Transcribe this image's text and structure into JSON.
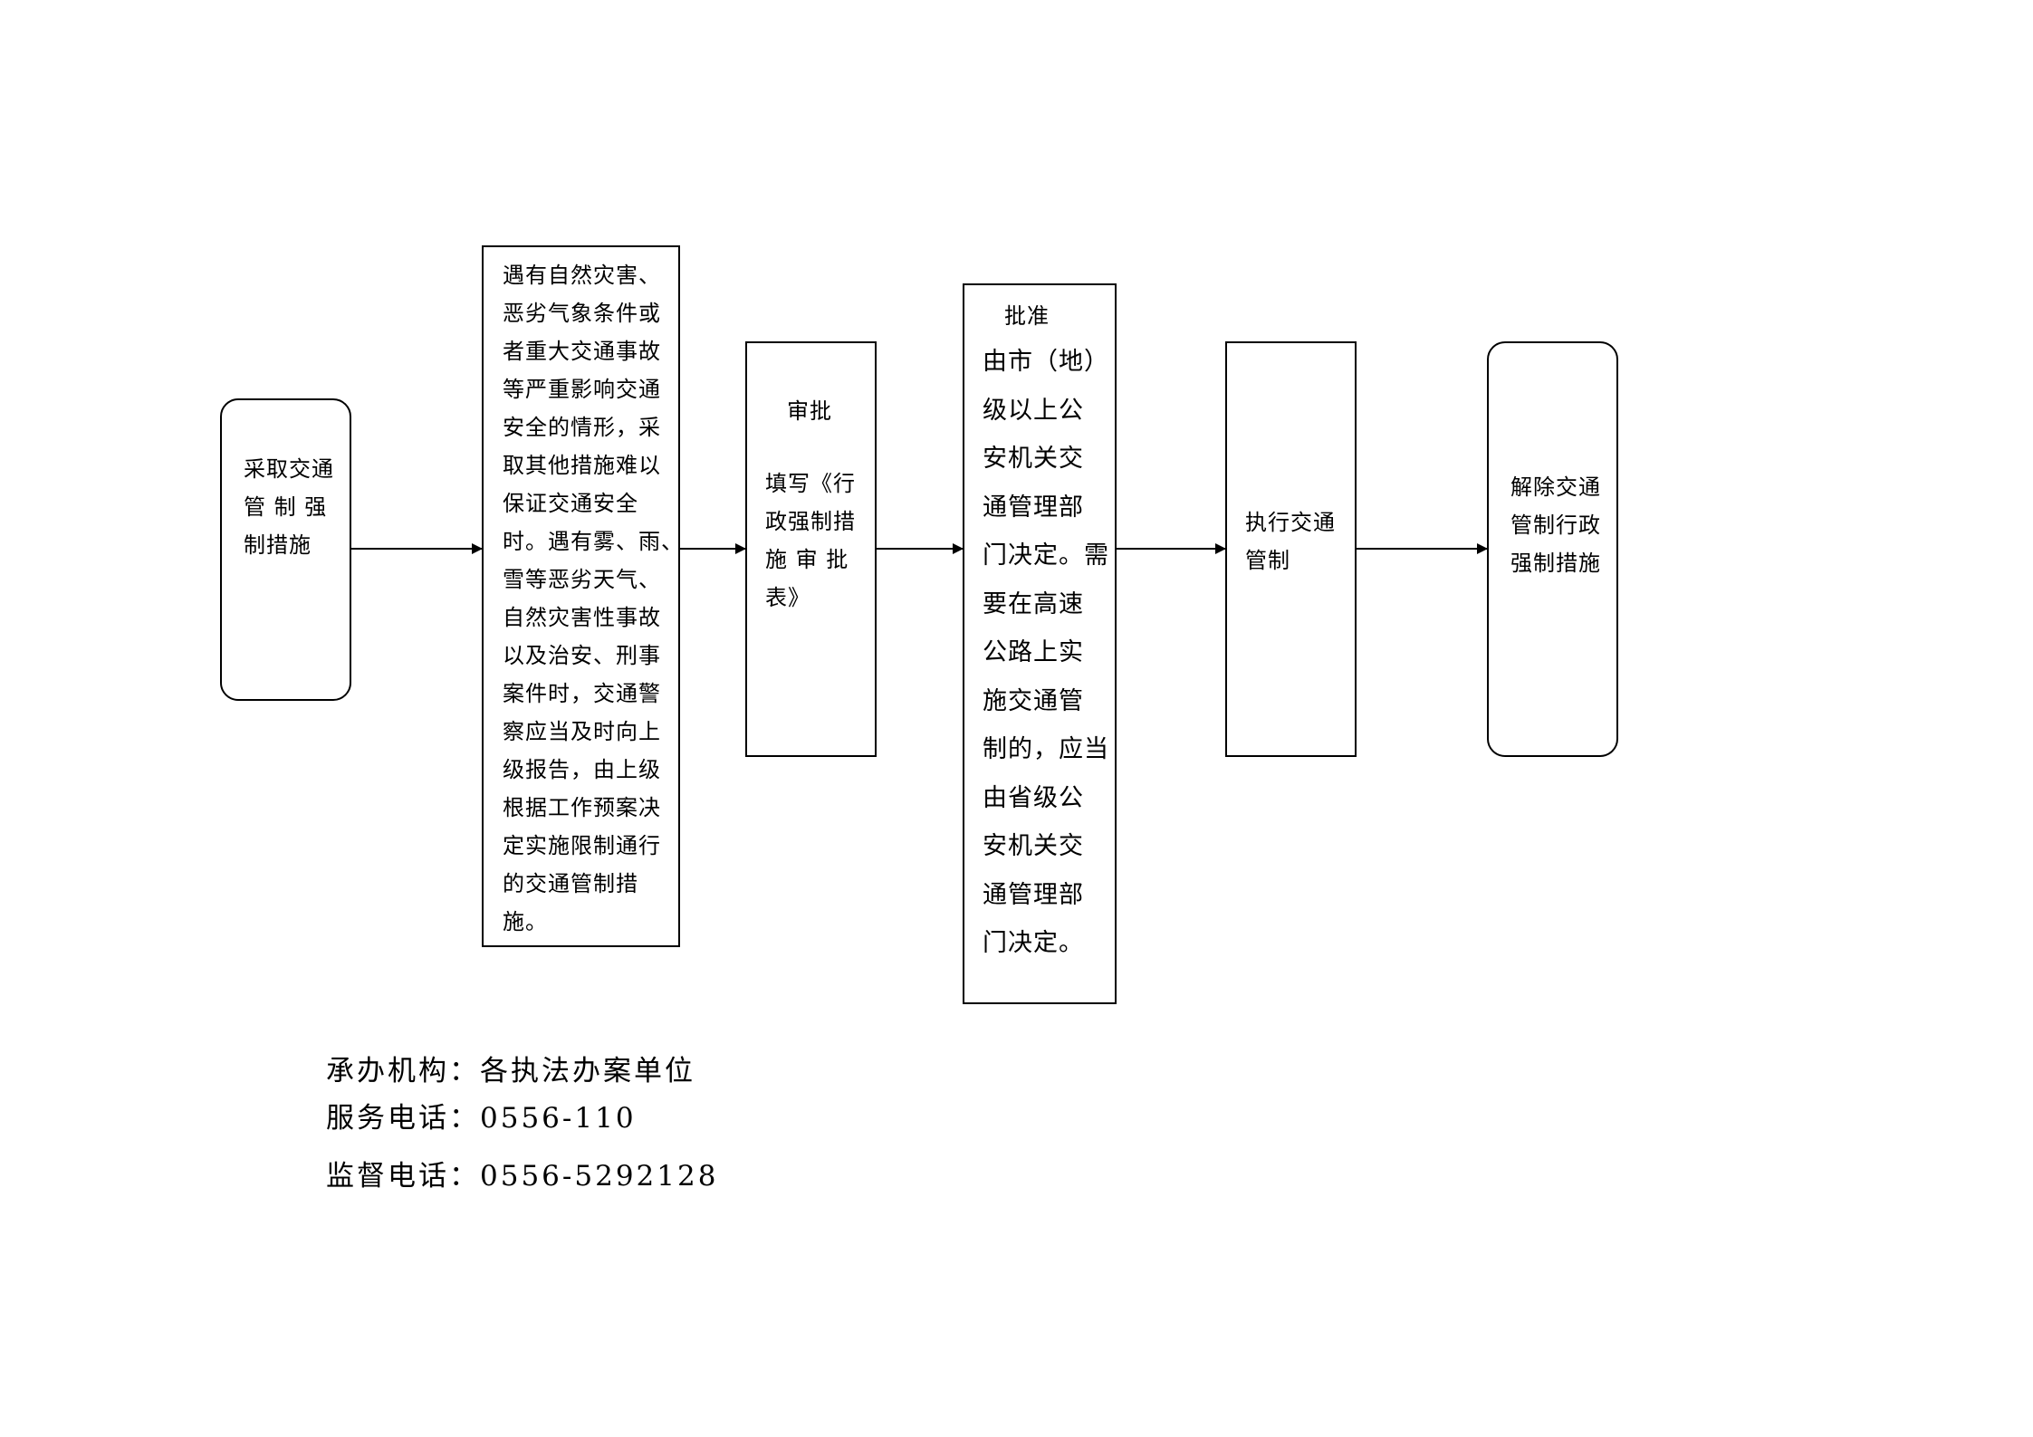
{
  "nodes": {
    "start": "采取交通\n管 制 强\n制措施",
    "condition": "遇有自然灾害、\n恶劣气象条件或\n者重大交通事故\n等严重影响交通\n安全的情形，采\n取其他措施难以\n保证交通安全\n时。遇有雾、雨、\n雪等恶劣天气、\n自然灾害性事故\n以及治安、刑事\n案件时，交通警\n察应当及时向上\n级报告，由上级\n根据工作预案决\n定实施限制通行\n的交通管制措\n施。",
    "review_title": "审批",
    "review_body": "填写《行\n政强制措\n施 审 批\n表》",
    "approve_title": "批准",
    "approve_body": "由市（地）\n级以上公\n安机关交\n通管理部\n门决定。需\n要在高速\n公路上实\n施交通管\n制的，应当\n由省级公\n安机关交\n通管理部\n门决定。",
    "execute": "执行交通\n管制",
    "end": "解除交通\n管制行政\n强制措施"
  },
  "footer": {
    "agency": "承办机构：各执法办案单位",
    "service_phone": "服务电话：0556-110",
    "supervise_phone": "监督电话：0556-5292128"
  }
}
